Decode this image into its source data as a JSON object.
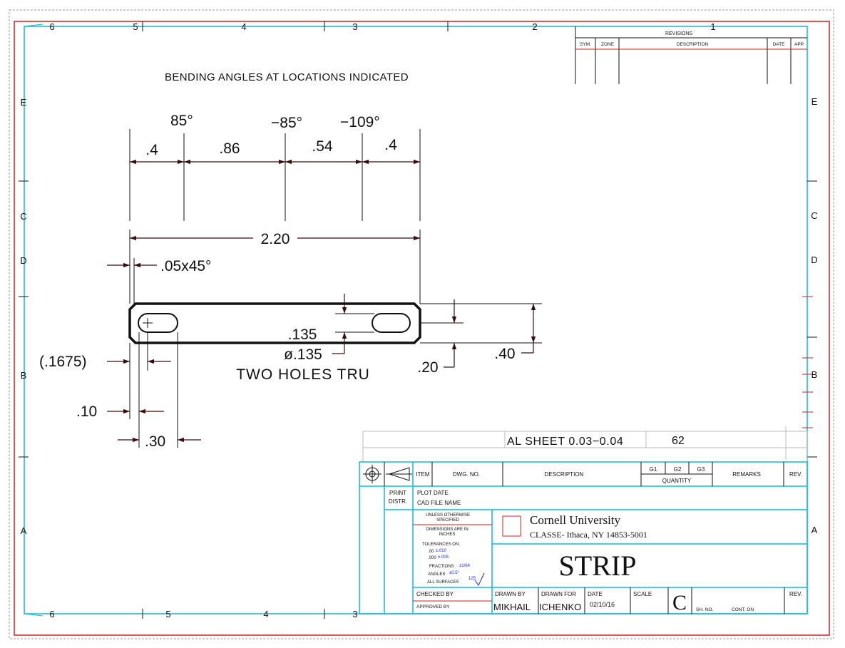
{
  "colors": {
    "outer_frame": "#cc2222",
    "border": "#11b8d8",
    "geometry": "#111111",
    "dimension": "#3a0d0d",
    "title_text": "#111111",
    "tolerance_blue": "#1a2ad0",
    "grid_dash": "#9a9a9a"
  },
  "zones": {
    "columns_top": [
      "6",
      "5",
      "4",
      "3",
      "2",
      "1"
    ],
    "columns_bottom": [
      "6",
      "5",
      "4",
      "3"
    ],
    "rows_left": [
      "E",
      "C",
      "D",
      "B",
      "A"
    ],
    "rows_right": [
      "E",
      "C",
      "D",
      "B",
      "A"
    ]
  },
  "revisions": {
    "title": "REVISIONS",
    "headers": [
      "SYM.",
      "ZONE",
      "DESCRIPTION",
      "DATE",
      "APP."
    ]
  },
  "note": "BENDING ANGLES AT LOCATIONS INDICATED",
  "angles": [
    "85°",
    "−85°",
    "−109°"
  ],
  "dims": {
    "seg1": ".4",
    "seg2": ".86",
    "seg3": ".54",
    "seg4": ".4",
    "overall": "2.20",
    "chamfer": ".05x45°",
    "slot_width": ".135",
    "hole_dia": "ø.135",
    "holes_note": "TWO HOLES TRU",
    "hole_edge": ".20",
    "height": ".40",
    "ref_offset": "(.1675)",
    "hole_x": ".10",
    "slot_x": ".30"
  },
  "title_block": {
    "material": "AL SHEET 0.03−0.04",
    "item_no": "62",
    "headers": {
      "item": "ITEM",
      "dwg_no": "DWG. NO.",
      "description": "DESCRIPTION",
      "g1": "G1",
      "g2": "G2",
      "g3": "G3",
      "quantity": "QUANTITY",
      "remarks": "REMARKS",
      "rev": "REV."
    },
    "print_distr": [
      "PRINT",
      "DISTR."
    ],
    "plot_date": "PLOT DATE",
    "cad_file": "CAD FILE NAME",
    "unless": [
      "UNLESS OTHERWISE",
      "SPECIFIED"
    ],
    "dims_in": [
      "DIMENSIONS ARE IN",
      "INCHES"
    ],
    "tolerances_on": "TOLERANCES ON:",
    "tol_rows": [
      {
        "label": ".00",
        "value": "±.010"
      },
      {
        "label": ".000",
        "value": "±.005"
      },
      {
        "label": "FRACTIONS",
        "value": "±1/64"
      },
      {
        "label": "ANGLES",
        "value": "±0.5°"
      },
      {
        "label": "ALL SURFACES",
        "value": "125"
      }
    ],
    "institution": "Cornell University",
    "address": "CLASSE- Ithaca, NY 14853-5001",
    "part_title": "STRIP",
    "checked_by": "CHECKED BY",
    "approved_by": "APPROVED BY",
    "drawn_by_label": "DRAWN BY",
    "drawn_for_label": "DRAWN FOR",
    "date_label": "DATE",
    "scale_label": "SCALE",
    "size": "C",
    "sh_no": "SH. NO.",
    "cont_on": "CONT. ON",
    "rev": "REV.",
    "drawn_by": "MIKHAIL",
    "drawn_for": "ICHENKO",
    "date": "02/10/16"
  }
}
